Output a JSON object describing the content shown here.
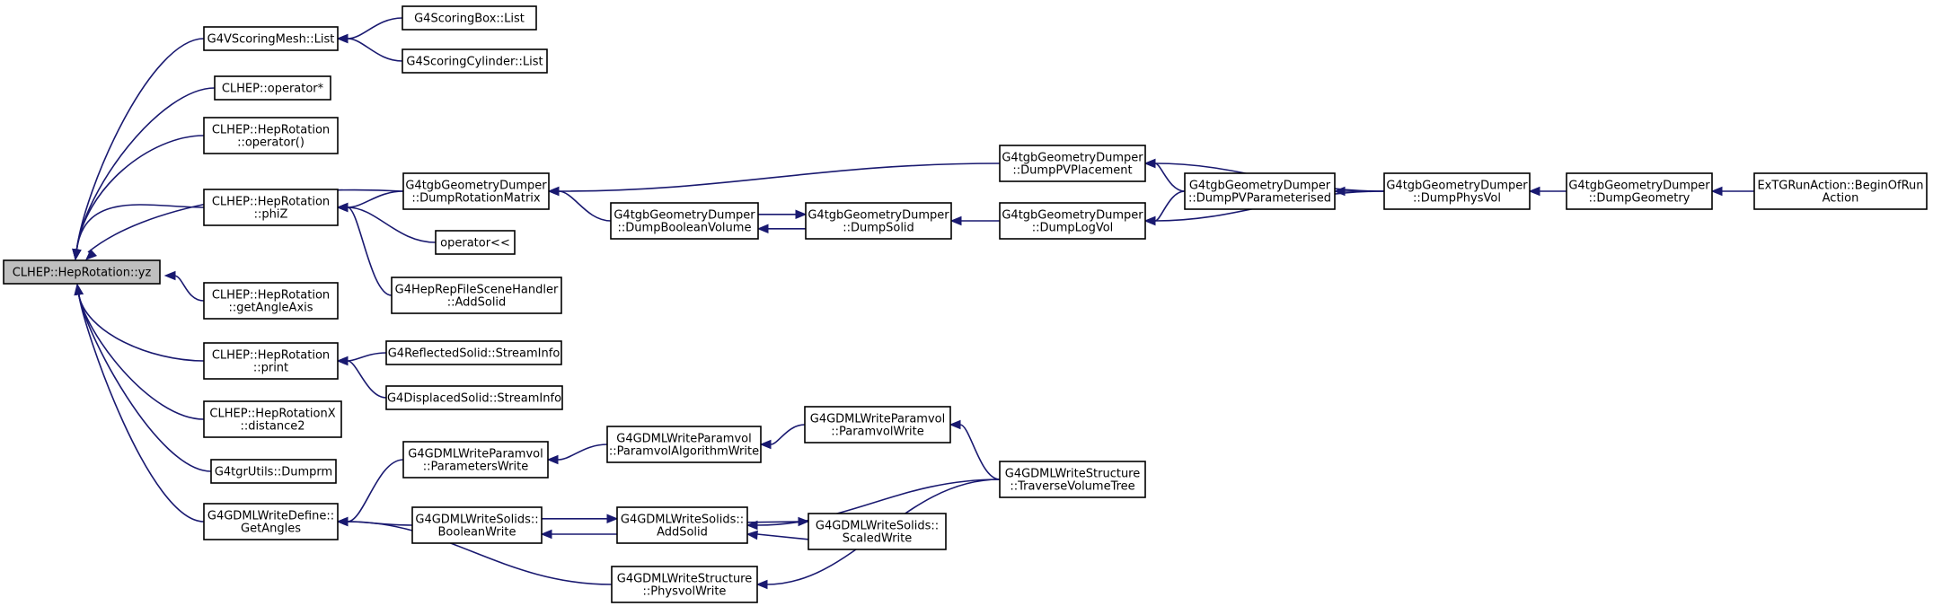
{
  "nodes": [
    {
      "id": "yz",
      "lines": [
        "CLHEP::HepRotation::yz"
      ],
      "root": true
    },
    {
      "id": "vsm_list",
      "lines": [
        "G4VScoringMesh::List"
      ]
    },
    {
      "id": "sbox_list",
      "lines": [
        "G4ScoringBox::List"
      ]
    },
    {
      "id": "scyl_list",
      "lines": [
        "G4ScoringCylinder::List"
      ]
    },
    {
      "id": "op_mul",
      "lines": [
        "CLHEP::operator*"
      ]
    },
    {
      "id": "rot_op",
      "lines": [
        "CLHEP::HepRotation",
        "::operator()"
      ]
    },
    {
      "id": "phiz",
      "lines": [
        "CLHEP::HepRotation",
        "::phiZ"
      ]
    },
    {
      "id": "getangleaxis",
      "lines": [
        "CLHEP::HepRotation",
        "::getAngleAxis"
      ]
    },
    {
      "id": "print",
      "lines": [
        "CLHEP::HepRotation",
        "::print"
      ]
    },
    {
      "id": "distance2",
      "lines": [
        "CLHEP::HepRotationX",
        "::distance2"
      ]
    },
    {
      "id": "dumprm",
      "lines": [
        "G4tgrUtils::Dumprm"
      ]
    },
    {
      "id": "getangles",
      "lines": [
        "G4GDMLWriteDefine::",
        "GetAngles"
      ]
    },
    {
      "id": "dumprotmat",
      "lines": [
        "G4tgbGeometryDumper",
        "::DumpRotationMatrix"
      ]
    },
    {
      "id": "op_stream",
      "lines": [
        "operator<<"
      ]
    },
    {
      "id": "hrfs_addsolid",
      "lines": [
        "G4HepRepFileSceneHandler",
        "::AddSolid"
      ]
    },
    {
      "id": "refl_stream",
      "lines": [
        "G4ReflectedSolid::StreamInfo"
      ]
    },
    {
      "id": "disp_stream",
      "lines": [
        "G4DisplacedSolid::StreamInfo"
      ]
    },
    {
      "id": "paramwrite",
      "lines": [
        "G4GDMLWriteParamvol",
        "::ParametersWrite"
      ]
    },
    {
      "id": "boolwrite",
      "lines": [
        "G4GDMLWriteSolids::",
        "BooleanWrite"
      ]
    },
    {
      "id": "physvolwrite",
      "lines": [
        "G4GDMLWriteStructure",
        "::PhysvolWrite"
      ]
    },
    {
      "id": "dumpbool",
      "lines": [
        "G4tgbGeometryDumper",
        "::DumpBooleanVolume"
      ]
    },
    {
      "id": "dumpsolid",
      "lines": [
        "G4tgbGeometryDumper",
        "::DumpSolid"
      ]
    },
    {
      "id": "dumplogvol",
      "lines": [
        "G4tgbGeometryDumper",
        "::DumpLogVol"
      ]
    },
    {
      "id": "dumppvplace",
      "lines": [
        "G4tgbGeometryDumper",
        "::DumpPVPlacement"
      ]
    },
    {
      "id": "dumppvparam",
      "lines": [
        "G4tgbGeometryDumper",
        "::DumpPVParameterised"
      ]
    },
    {
      "id": "dumpphysvol",
      "lines": [
        "G4tgbGeometryDumper",
        "::DumpPhysVol"
      ]
    },
    {
      "id": "dumpgeom",
      "lines": [
        "G4tgbGeometryDumper",
        "::DumpGeometry"
      ]
    },
    {
      "id": "beginofrun",
      "lines": [
        "ExTGRunAction::BeginOfRun",
        "Action"
      ]
    },
    {
      "id": "paramalgo",
      "lines": [
        "G4GDMLWriteParamvol",
        "::ParamvolAlgorithmWrite"
      ]
    },
    {
      "id": "paramvolwrite",
      "lines": [
        "G4GDMLWriteParamvol",
        "::ParamvolWrite"
      ]
    },
    {
      "id": "traverse",
      "lines": [
        "G4GDMLWriteStructure",
        "::TraverseVolumeTree"
      ]
    },
    {
      "id": "solids_addsolid",
      "lines": [
        "G4GDMLWriteSolids::",
        "AddSolid"
      ]
    },
    {
      "id": "scaledwrite",
      "lines": [
        "G4GDMLWriteSolids::",
        "ScaledWrite"
      ]
    }
  ],
  "edges": [
    {
      "from": "vsm_list",
      "to": "yz"
    },
    {
      "from": "op_mul",
      "to": "yz"
    },
    {
      "from": "rot_op",
      "to": "yz"
    },
    {
      "from": "dumprotmat",
      "to": "yz"
    },
    {
      "from": "phiz",
      "to": "yz"
    },
    {
      "from": "getangleaxis",
      "to": "yz"
    },
    {
      "from": "print",
      "to": "yz"
    },
    {
      "from": "distance2",
      "to": "yz"
    },
    {
      "from": "dumprm",
      "to": "yz"
    },
    {
      "from": "getangles",
      "to": "yz"
    },
    {
      "from": "sbox_list",
      "to": "vsm_list"
    },
    {
      "from": "scyl_list",
      "to": "vsm_list"
    },
    {
      "from": "dumprotmat",
      "to": "phiz"
    },
    {
      "from": "op_stream",
      "to": "phiz"
    },
    {
      "from": "hrfs_addsolid",
      "to": "phiz"
    },
    {
      "from": "refl_stream",
      "to": "print"
    },
    {
      "from": "disp_stream",
      "to": "print"
    },
    {
      "from": "paramwrite",
      "to": "getangles"
    },
    {
      "from": "boolwrite",
      "to": "getangles"
    },
    {
      "from": "physvolwrite",
      "to": "getangles"
    },
    {
      "from": "dumppvplace",
      "to": "dumprotmat"
    },
    {
      "from": "dumpbool",
      "to": "dumprotmat"
    },
    {
      "from": "dumpsolid",
      "to": "dumpbool"
    },
    {
      "from": "dumpbool",
      "to": "dumpsolid"
    },
    {
      "from": "dumplogvol",
      "to": "dumpsolid"
    },
    {
      "from": "dumppvparam",
      "to": "dumppvplace"
    },
    {
      "from": "dumpphysvol",
      "to": "dumppvplace"
    },
    {
      "from": "dumppvparam",
      "to": "dumplogvol"
    },
    {
      "from": "dumpphysvol",
      "to": "dumplogvol"
    },
    {
      "from": "dumpphysvol",
      "to": "dumppvparam"
    },
    {
      "from": "dumpgeom",
      "to": "dumpphysvol"
    },
    {
      "from": "beginofrun",
      "to": "dumpgeom"
    },
    {
      "from": "paramalgo",
      "to": "paramwrite"
    },
    {
      "from": "paramvolwrite",
      "to": "paramalgo"
    },
    {
      "from": "traverse",
      "to": "paramvolwrite"
    },
    {
      "from": "solids_addsolid",
      "to": "boolwrite"
    },
    {
      "from": "boolwrite",
      "to": "solids_addsolid"
    },
    {
      "from": "traverse",
      "to": "solids_addsolid"
    },
    {
      "from": "scaledwrite",
      "to": "solids_addsolid"
    },
    {
      "from": "solids_addsolid",
      "to": "scaledwrite"
    },
    {
      "from": "traverse",
      "to": "physvolwrite"
    }
  ]
}
